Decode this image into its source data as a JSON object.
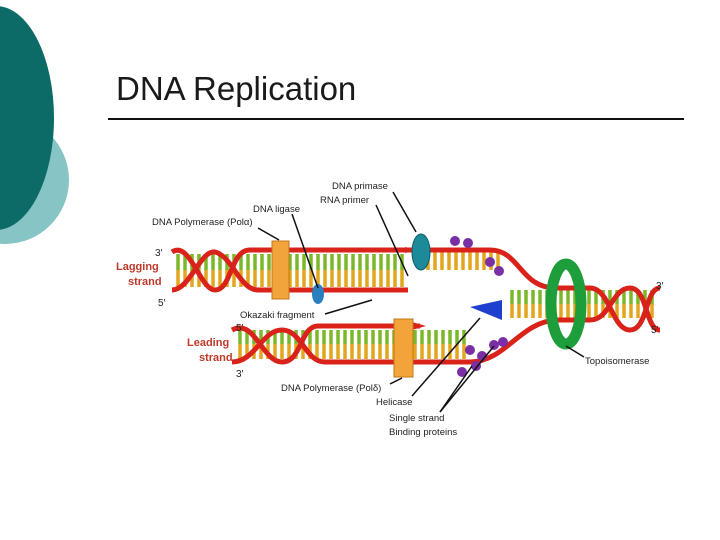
{
  "slide": {
    "title": "DNA Replication"
  },
  "theme": {
    "accent_dark": "#0c6b67",
    "accent_light": "#86c4c6",
    "strand_red": "#d9231a",
    "rung_green": "#7ab82a",
    "rung_yellow": "#e3a51c",
    "enzyme_orange": "#f2a33a",
    "helicase_blue": "#1f3fcf",
    "ssb_purple": "#7a2fa5",
    "topo_green": "#1e9e3a"
  },
  "diagram": {
    "labels": {
      "dna_primase": "DNA primase",
      "rna_primer": "RNA primer",
      "dna_ligase": "DNA ligase",
      "pol_alpha": "DNA Polymerase (Polα)",
      "lagging_strand_1": "Lagging",
      "lagging_strand_2": "strand",
      "leading_strand_1": "Leading",
      "leading_strand_2": "strand",
      "okazaki": "Okazaki fragment",
      "pol_delta": "DNA Polymerase (Polδ)",
      "helicase": "Helicase",
      "ssb_1": "Single strand",
      "ssb_2": "Binding proteins",
      "topoisomerase": "Topoisomerase"
    },
    "ends": {
      "lag_top_3": "3′",
      "lag_bottom_5": "5′",
      "lead_top_5": "5′",
      "lead_bottom_3": "3′",
      "right_top_3": "3′",
      "right_bottom_5": "5′"
    }
  }
}
